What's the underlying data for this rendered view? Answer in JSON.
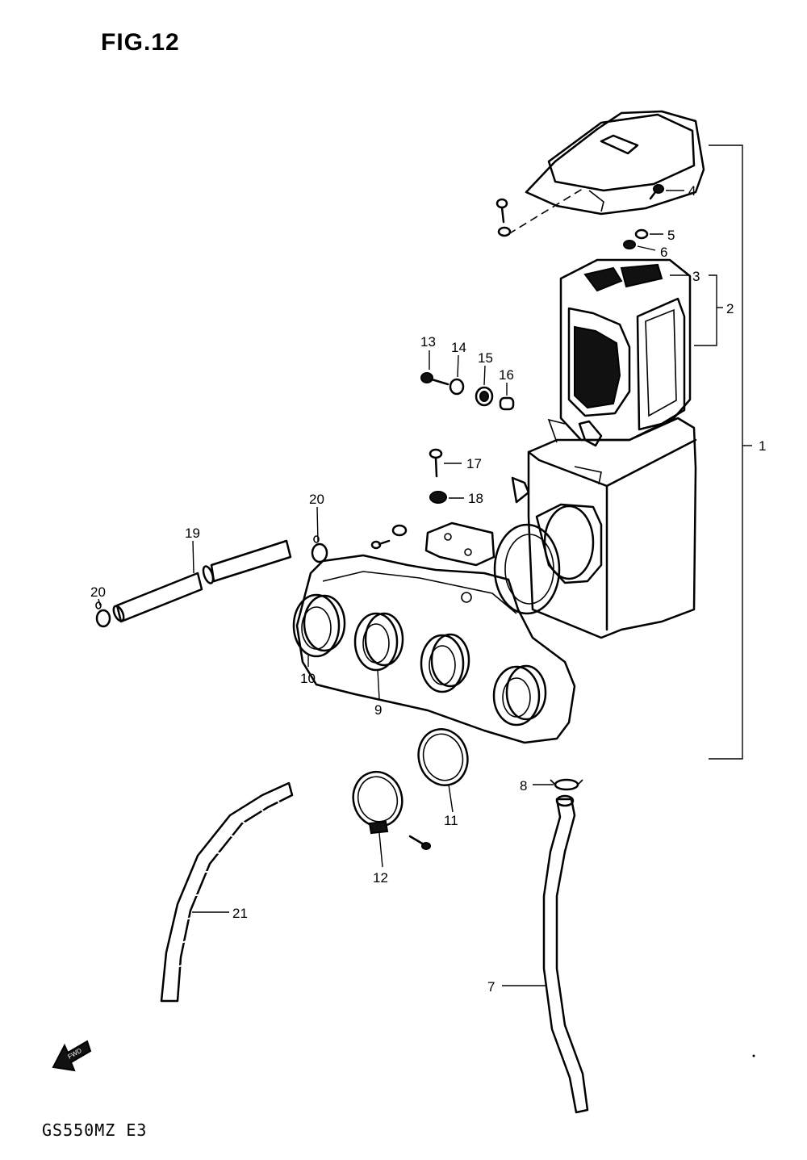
{
  "figure": {
    "title": "FIG.12",
    "model_code": "GS550MZ E3",
    "arrow_label": "FWD"
  },
  "callouts": {
    "c1": "1",
    "c2": "2",
    "c3": "3",
    "c4": "4",
    "c5": "5",
    "c6": "6",
    "c7": "7",
    "c8": "8",
    "c9": "9",
    "c10": "10",
    "c11": "11",
    "c12": "12",
    "c13": "13",
    "c14": "14",
    "c15": "15",
    "c16": "16",
    "c17": "17",
    "c18": "18",
    "c19": "19",
    "c20a": "20",
    "c20b": "20",
    "c21": "21"
  }
}
